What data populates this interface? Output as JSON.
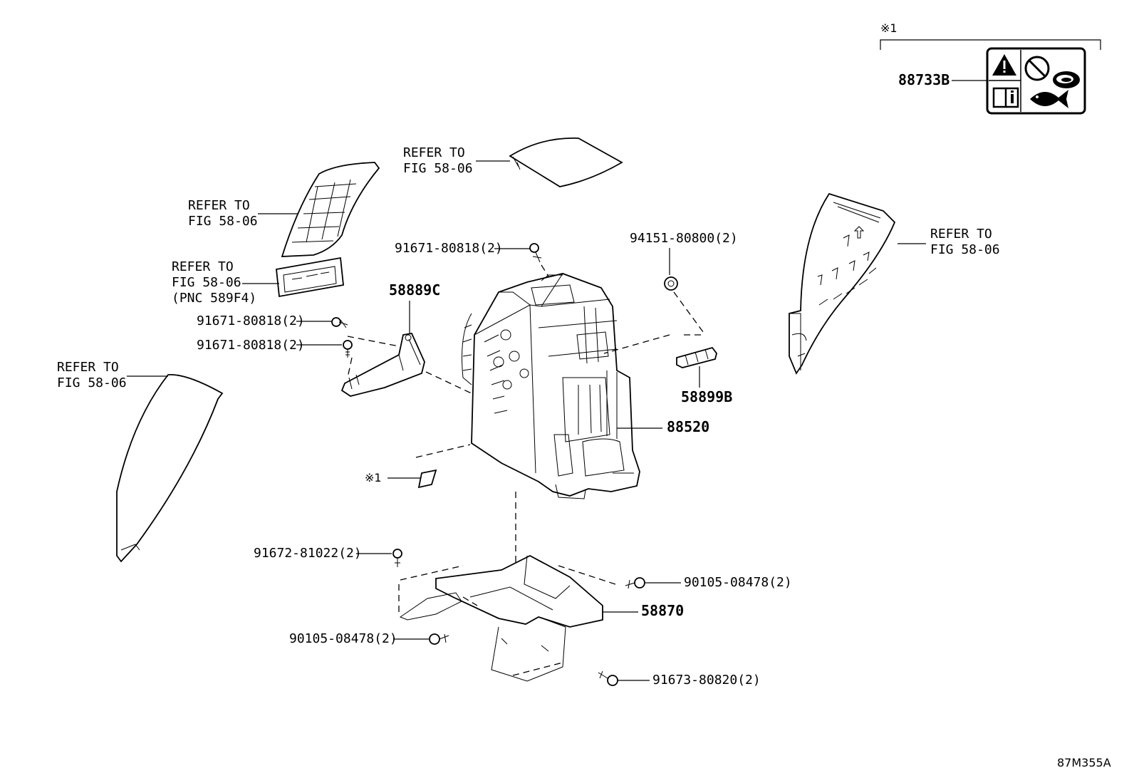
{
  "diagram_id": "87M355A",
  "note_mark": "※1",
  "warning_label": {
    "part_number": "88733B",
    "icons": [
      "warning-triangle-icon",
      "no-symbol-icon",
      "pet-food-icon",
      "manual-book-icon",
      "fish-icon"
    ]
  },
  "callouts": {
    "refer_upper_left": [
      "REFER TO",
      "FIG 58-06"
    ],
    "refer_top_lid": [
      "REFER TO",
      "FIG 58-06"
    ],
    "refer_panel": [
      "REFER TO",
      "FIG 58-06",
      "(PNC 589F4)"
    ],
    "refer_left_side": [
      "REFER TO",
      "FIG 58-06"
    ],
    "refer_right_side": [
      "REFER TO",
      "FIG 58-06"
    ]
  },
  "parts": {
    "bolt_top": "91671-80818(2)",
    "bolt_left_1": "91671-80818(2)",
    "bolt_left_2": "91671-80818(2)",
    "nut_right": "94151-80800(2)",
    "bracket_left": "58889C",
    "bracket_right": "58899B",
    "cooler_unit": "88520",
    "label_ref": "※1",
    "clip_lower": "91672-81022(2)",
    "bolt_lower_right": "90105-08478(2)",
    "bolt_lower_left": "90105-08478(2)",
    "base_bracket": "58870",
    "bolt_bottom": "91673-80820(2)"
  }
}
